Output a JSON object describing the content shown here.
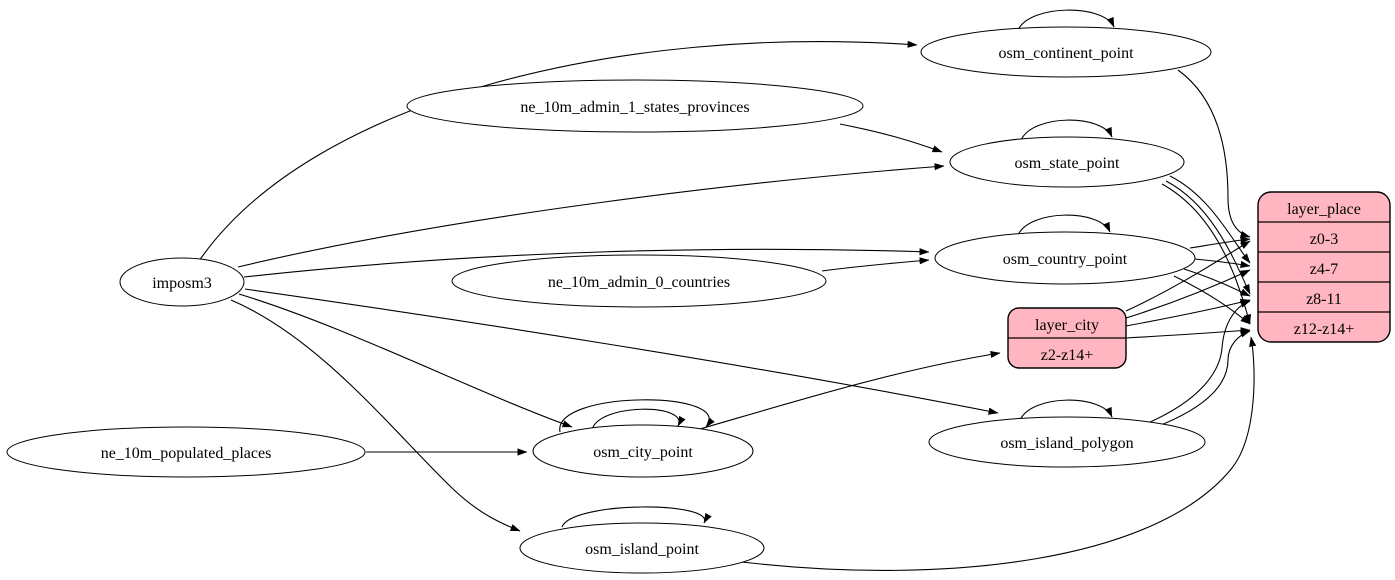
{
  "diagram": {
    "kind": "directed-graph",
    "background_color": "#ffffff",
    "ellipse_fill": "#ffffff",
    "record_fill": "#ffb6c1",
    "stroke_color": "#000000"
  },
  "nodes": {
    "imposm3": {
      "label": "imposm3",
      "shape": "ellipse"
    },
    "ne_10m_admin_1_states_provinces": {
      "label": "ne_10m_admin_1_states_provinces",
      "shape": "ellipse"
    },
    "ne_10m_admin_0_countries": {
      "label": "ne_10m_admin_0_countries",
      "shape": "ellipse"
    },
    "ne_10m_populated_places": {
      "label": "ne_10m_populated_places",
      "shape": "ellipse"
    },
    "osm_continent_point": {
      "label": "osm_continent_point",
      "shape": "ellipse",
      "self_loops": 1
    },
    "osm_state_point": {
      "label": "osm_state_point",
      "shape": "ellipse",
      "self_loops": 1
    },
    "osm_country_point": {
      "label": "osm_country_point",
      "shape": "ellipse",
      "self_loops": 1
    },
    "osm_city_point": {
      "label": "osm_city_point",
      "shape": "ellipse",
      "self_loops": 2
    },
    "osm_island_polygon": {
      "label": "osm_island_polygon",
      "shape": "ellipse",
      "self_loops": 1
    },
    "osm_island_point": {
      "label": "osm_island_point",
      "shape": "ellipse",
      "self_loops": 1
    },
    "layer_city": {
      "shape": "record",
      "title": "layer_city",
      "rows": [
        "z2-z14+"
      ]
    },
    "layer_place": {
      "shape": "record",
      "title": "layer_place",
      "rows": [
        "z0-3",
        "z4-7",
        "z8-11",
        "z12-z14+"
      ]
    }
  },
  "edges": [
    {
      "from": "imposm3",
      "to": "osm_continent_point"
    },
    {
      "from": "imposm3",
      "to": "osm_state_point"
    },
    {
      "from": "imposm3",
      "to": "osm_country_point"
    },
    {
      "from": "imposm3",
      "to": "osm_city_point"
    },
    {
      "from": "imposm3",
      "to": "osm_island_polygon"
    },
    {
      "from": "imposm3",
      "to": "osm_island_point"
    },
    {
      "from": "ne_10m_admin_1_states_provinces",
      "to": "osm_state_point"
    },
    {
      "from": "ne_10m_admin_0_countries",
      "to": "osm_country_point"
    },
    {
      "from": "ne_10m_populated_places",
      "to": "osm_city_point"
    },
    {
      "from": "osm_continent_point",
      "to": "osm_continent_point"
    },
    {
      "from": "osm_state_point",
      "to": "osm_state_point"
    },
    {
      "from": "osm_country_point",
      "to": "osm_country_point"
    },
    {
      "from": "osm_city_point",
      "to": "osm_city_point"
    },
    {
      "from": "osm_city_point",
      "to": "osm_city_point"
    },
    {
      "from": "osm_island_polygon",
      "to": "osm_island_polygon"
    },
    {
      "from": "osm_island_point",
      "to": "osm_island_point"
    },
    {
      "from": "osm_continent_point",
      "to": "layer_place:z0-3"
    },
    {
      "from": "osm_state_point",
      "to": "layer_place:z4-7"
    },
    {
      "from": "osm_state_point",
      "to": "layer_place:z8-11"
    },
    {
      "from": "osm_state_point",
      "to": "layer_place:z12-z14+"
    },
    {
      "from": "osm_country_point",
      "to": "layer_place:z0-3"
    },
    {
      "from": "osm_country_point",
      "to": "layer_place:z4-7"
    },
    {
      "from": "osm_country_point",
      "to": "layer_place:z8-11"
    },
    {
      "from": "osm_country_point",
      "to": "layer_place:z12-z14+"
    },
    {
      "from": "osm_city_point",
      "to": "layer_city:z2-z14+"
    },
    {
      "from": "layer_city",
      "to": "layer_place:z0-3"
    },
    {
      "from": "layer_city",
      "to": "layer_place:z4-7"
    },
    {
      "from": "layer_city",
      "to": "layer_place:z8-11"
    },
    {
      "from": "layer_city",
      "to": "layer_place:z12-z14+"
    },
    {
      "from": "osm_island_polygon",
      "to": "layer_place:z8-11"
    },
    {
      "from": "osm_island_polygon",
      "to": "layer_place:z12-z14+"
    },
    {
      "from": "osm_island_point",
      "to": "layer_place:z12-z14+"
    }
  ]
}
